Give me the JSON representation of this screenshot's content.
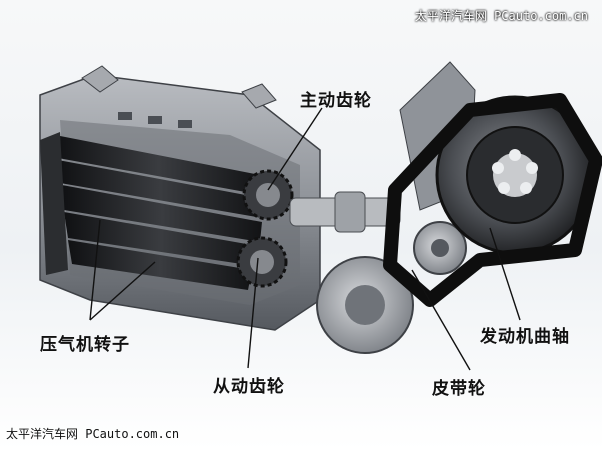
{
  "watermark": {
    "top": "太平洋汽车网 PCauto.com.cn",
    "bottom": "太平洋汽车网 PCauto.com.cn"
  },
  "labels": {
    "drive_gear": "主动齿轮",
    "compressor_rotor": "压气机转子",
    "driven_gear": "从动齿轮",
    "belt_pulley": "皮带轮",
    "engine_crankshaft": "发动机曲轴"
  },
  "colors": {
    "background": "#ffffff",
    "label_text": "#111111",
    "leader_line": "#111111",
    "housing": "#8f9399",
    "housing_dark": "#5c6066",
    "rotor": "#1c1d1f",
    "belt": "#0e0e0e"
  }
}
